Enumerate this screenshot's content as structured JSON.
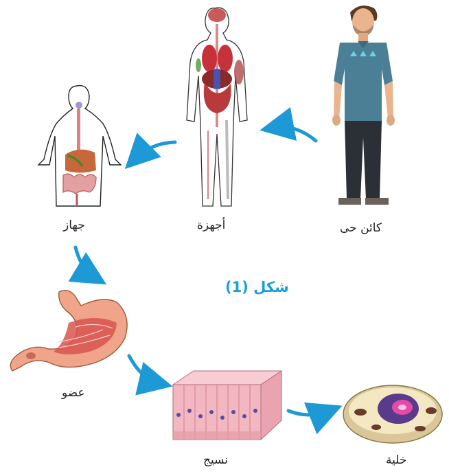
{
  "figure_title": "شكل (1)",
  "labels": {
    "organism": "كائن حى",
    "systems": "أجهزة",
    "system": "جهاز",
    "organ": "عضو",
    "tissue": "نسيج",
    "cell": "خلية"
  },
  "colors": {
    "arrow": "#1d9ad6",
    "title": "#1aa0d8",
    "shirt": "#4a7f96",
    "jeans": "#2a3036",
    "skin": "#e9b48e",
    "organ_red": "#c6323a",
    "stomach_pink": "#f0a58a",
    "tissue_pink": "#f2b7c0",
    "cell_purple": "#5a3b8a"
  }
}
